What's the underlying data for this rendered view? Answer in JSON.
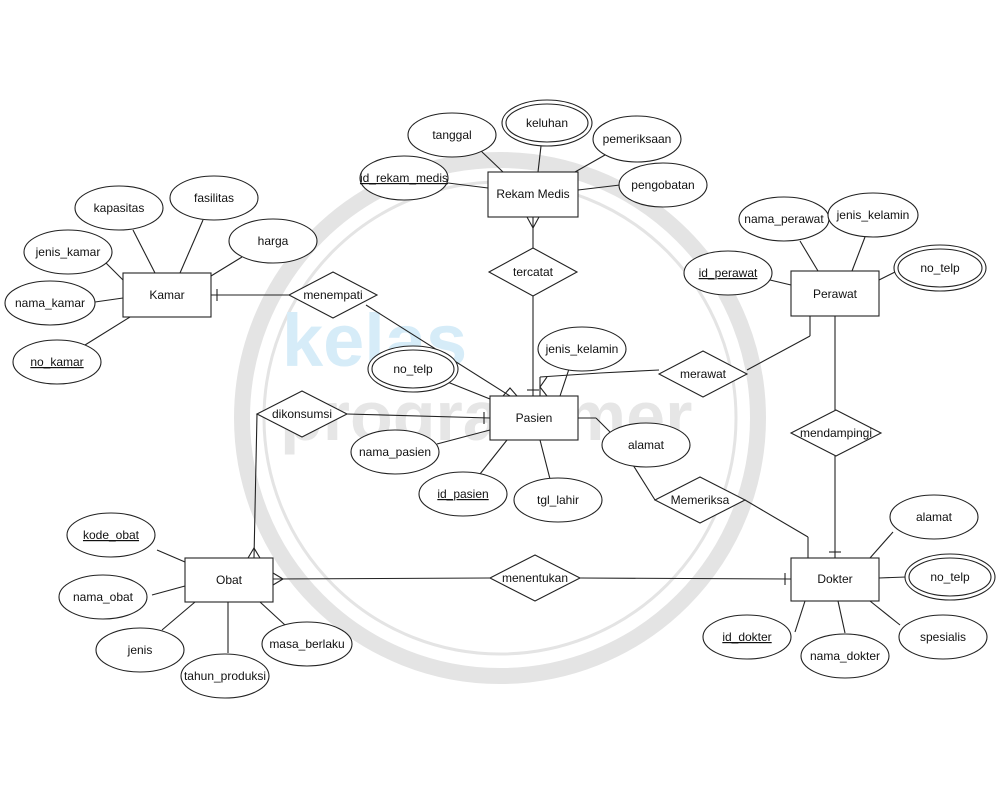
{
  "watermark": {
    "line1": "kelas",
    "line2": "programmer",
    "accent_color": "#d6ecf8",
    "gray_color": "#e6e6e6"
  },
  "entities": {
    "rekam_medis": "Rekam Medis",
    "kamar": "Kamar",
    "perawat": "Perawat",
    "pasien": "Pasien",
    "obat": "Obat",
    "dokter": "Dokter"
  },
  "relationships": {
    "tercatat": "tercatat",
    "menempati": "menempati",
    "merawat": "merawat",
    "dikonsumsi": "dikonsumsi",
    "mendampingi": "mendampingi",
    "memeriksa": "Memeriksa",
    "menentukan": "menentukan"
  },
  "attributes": {
    "rekam_medis": {
      "tanggal": "tanggal",
      "keluhan": "keluhan",
      "pemeriksaan": "pemeriksaan",
      "id_rekam_medis": "id_rekam_medis",
      "pengobatan": "pengobatan"
    },
    "kamar": {
      "kapasitas": "kapasitas",
      "fasilitas": "fasilitas",
      "jenis_kamar": "jenis_kamar",
      "harga": "harga",
      "nama_kamar": "nama_kamar",
      "no_kamar": "no_kamar"
    },
    "perawat": {
      "nama_perawat": "nama_perawat",
      "jenis_kelamin": "jenis_kelamin",
      "id_perawat": "id_perawat",
      "no_telp": "no_telp"
    },
    "pasien": {
      "jenis_kelamin": "jenis_kelamin",
      "no_telp": "no_telp",
      "nama_pasien": "nama_pasien",
      "alamat": "alamat",
      "id_pasien": "id_pasien",
      "tgl_lahir": "tgl_lahir"
    },
    "obat": {
      "kode_obat": "kode_obat",
      "nama_obat": "nama_obat",
      "jenis": "jenis",
      "tahun_produksi": "tahun_produksi",
      "masa_berlaku": "masa_berlaku"
    },
    "dokter": {
      "alamat": "alamat",
      "no_telp": "no_telp",
      "id_dokter": "id_dokter",
      "spesialis": "spesialis",
      "nama_dokter": "nama_dokter"
    }
  }
}
